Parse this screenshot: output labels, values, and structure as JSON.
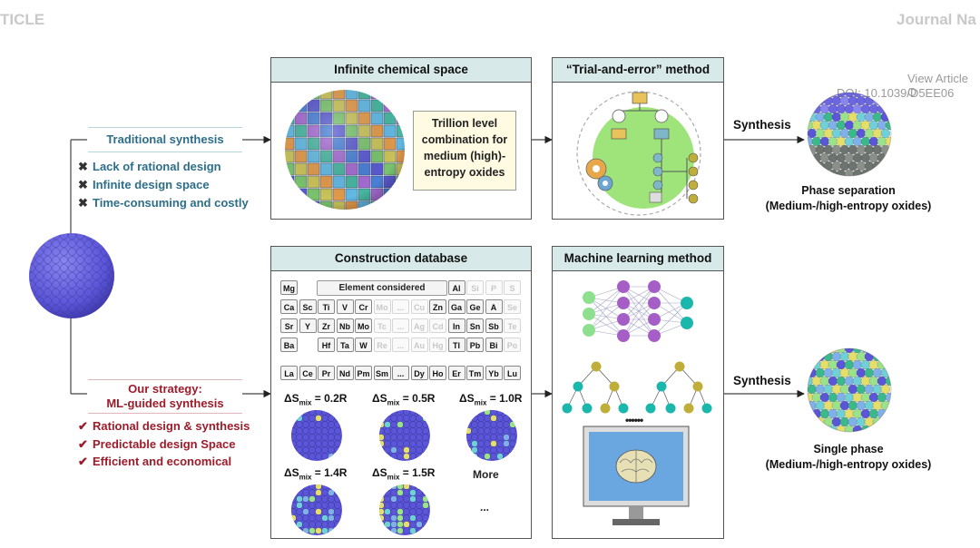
{
  "header": {
    "left": "TICLE",
    "right": "Journal Na"
  },
  "meta": {
    "view_article": "View Article O",
    "doi": "DOI: 10.1039/D5EE06"
  },
  "traditional": {
    "label": "Traditional synthesis",
    "bullets": [
      "Lack of rational design",
      "Infinite design space",
      "Time-consuming and costly"
    ],
    "mark": "✖"
  },
  "ml": {
    "label_line1": "Our strategy:",
    "label_line2": "ML-guided synthesis",
    "bullets": [
      "Rational design & synthesis",
      "Predictable design Space",
      "Efficient and economical"
    ],
    "mark": "✔"
  },
  "panels": {
    "chem_space": {
      "title": "Infinite chemical space",
      "text": [
        "Trillion level",
        "combination for",
        "medium (high)-",
        "entropy oxides"
      ]
    },
    "trial": {
      "title": "“Trial-and-error” method"
    },
    "database": {
      "title": "Construction database",
      "element_considered": "Element considered"
    },
    "ml_method": {
      "title": "Machine learning method",
      "dots": "••••••"
    }
  },
  "synthesis_label": "Synthesis",
  "results": {
    "top": {
      "line1": "Phase separation",
      "line2": "(Medium-/high-entropy oxides)"
    },
    "bottom": {
      "line1": "Single phase",
      "line2": "(Medium-/high-entropy oxides)"
    }
  },
  "periodic_table": {
    "rows": [
      [
        "Mg"
      ],
      [
        "Ca",
        "Sc",
        "Ti",
        "V",
        "Cr",
        "Mo",
        "...",
        "Cu",
        "Zn",
        "Ga",
        "Ge",
        "A",
        "Se"
      ],
      [
        "Sr",
        "Y",
        "Zr",
        "Nb",
        "Mo",
        "Tc",
        "...",
        "Ag",
        "Cd",
        "In",
        "Sn",
        "Sb",
        "Te"
      ],
      [
        "Ba",
        "",
        "Hf",
        "Ta",
        "W",
        "Re",
        "...",
        "Au",
        "Hg",
        "Tl",
        "Pb",
        "Bi",
        "Po"
      ]
    ],
    "row0_right": [
      "Al",
      "Si",
      "P",
      "S"
    ],
    "lanthanides": [
      "La",
      "Ce",
      "Pr",
      "Nd",
      "Pm",
      "Sm",
      "...",
      "Dy",
      "Ho",
      "Er",
      "Tm",
      "Yb",
      "Lu"
    ]
  },
  "entropy": {
    "prefix": "ΔS",
    "sub": "mix",
    "items": [
      " = 0.2R",
      " = 0.5R",
      " = 1.0R",
      " = 1.4R",
      " = 1.5R"
    ],
    "more": "More",
    "ellipsis": "..."
  },
  "colors": {
    "sphere_blue": "#5b55d8",
    "panel_header": "#d8e9ea",
    "trad_text": "#2d6e89",
    "ml_text": "#9c1c2a",
    "nn_green": "#8ee08e",
    "nn_purple": "#a65ec7",
    "nn_teal": "#1bb7ac",
    "tree_olive": "#bfae3a"
  }
}
